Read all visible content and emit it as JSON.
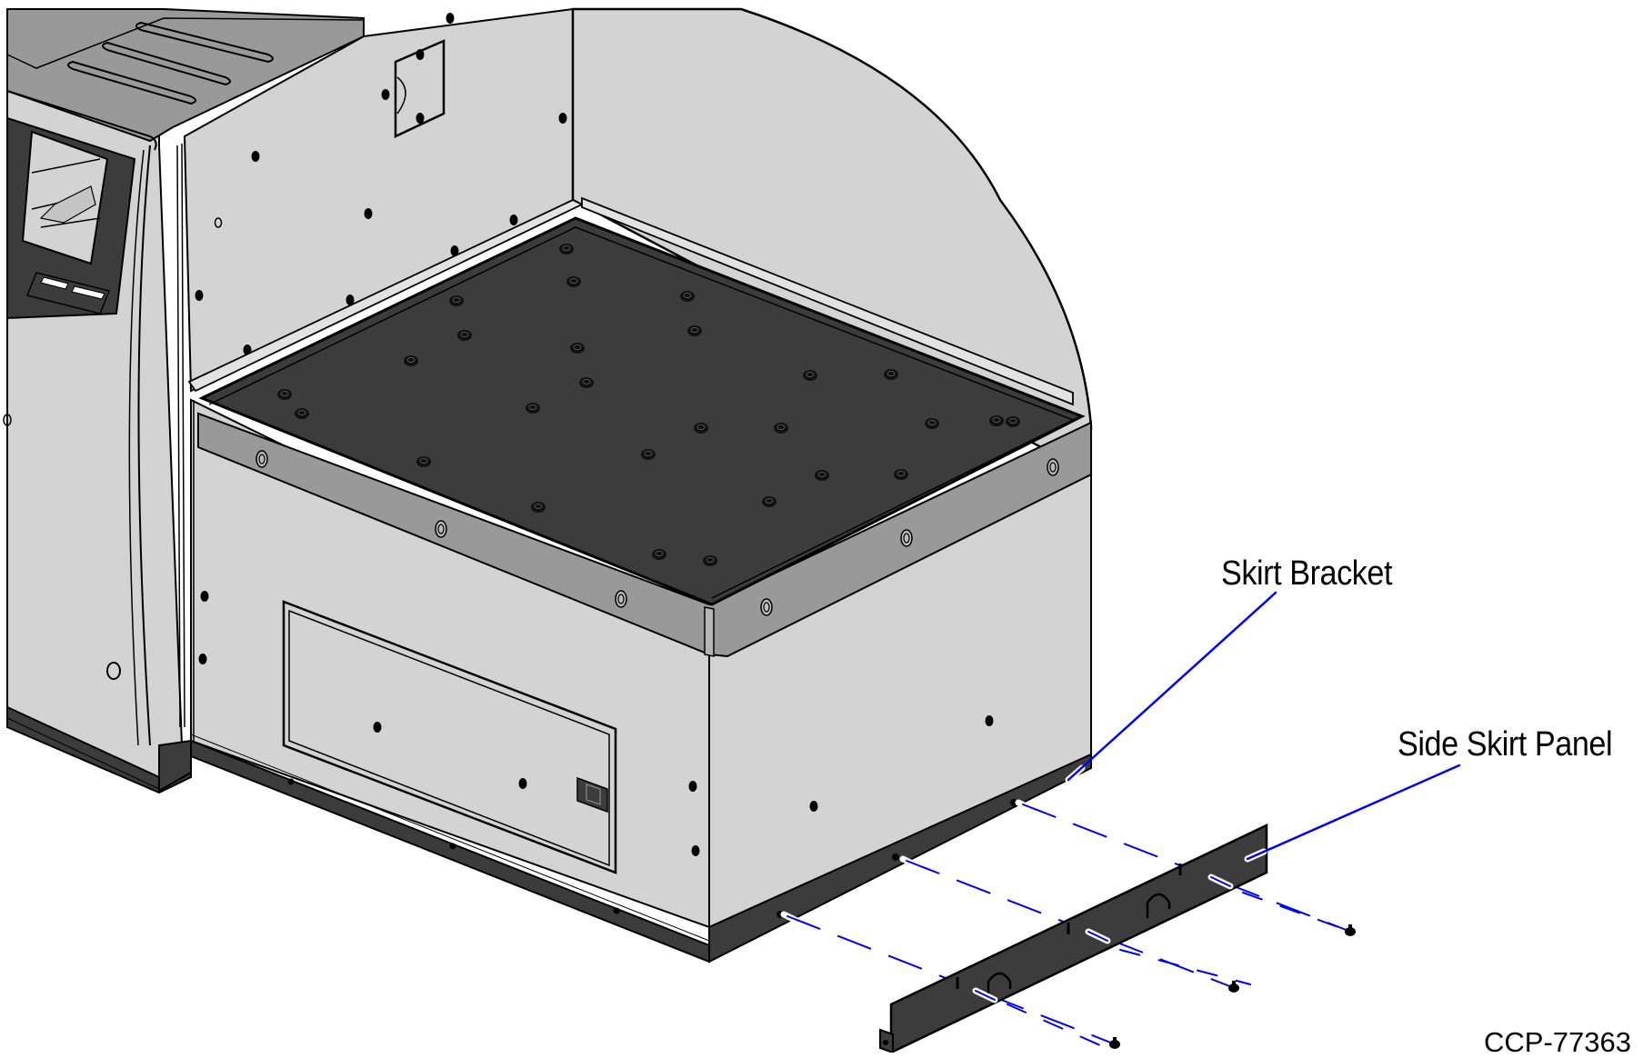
{
  "figure": {
    "type": "exploded-assembly-illustration",
    "id_label": "CCP-77363"
  },
  "callouts": [
    {
      "label": "Skirt Bracket",
      "leader_color": "#0000FF"
    },
    {
      "label": "Side Skirt Panel",
      "leader_color": "#0000FF"
    }
  ],
  "parts": {
    "fasteners": {
      "count": 3,
      "icon": "screw-icon"
    },
    "assembly_lines": {
      "count": 3,
      "style": "dashed",
      "color": "#0000FF"
    }
  },
  "colors": {
    "panel_light": "#D3D3D3",
    "panel_dark": "#3C3C3C",
    "edge_band": "#999999",
    "outline": "#000000",
    "leader": "#0000FF",
    "background": "#FFFFFF"
  }
}
